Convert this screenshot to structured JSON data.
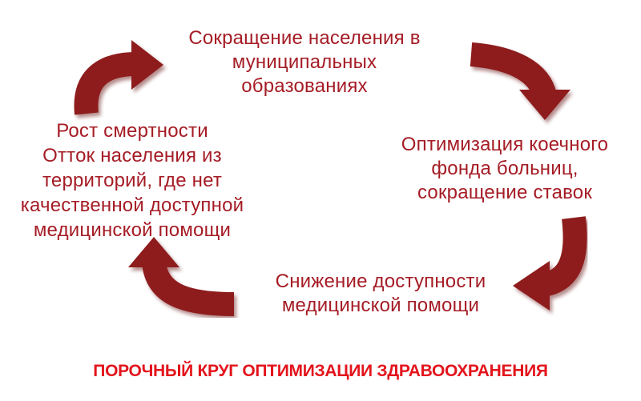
{
  "colors": {
    "arrow": "#8e1b1f",
    "arrow_shadow": "#5a0d10",
    "node_text": "#a51c25",
    "caption_text": "#e3141c"
  },
  "nodes": {
    "top": {
      "lines": [
        "Сокращение населения в",
        "муниципальных",
        "образованиях"
      ]
    },
    "right": {
      "lines": [
        "Оптимизация коечного",
        "фонда больниц,",
        "сокращение ставок"
      ]
    },
    "bottom": {
      "lines": [
        "Снижение доступности",
        "медицинской помощи"
      ]
    },
    "left": {
      "lines": [
        "Рост смертности",
        "Отток населения из",
        "территорий, где нет",
        "качественной доступной",
        "медицинской помощи"
      ]
    }
  },
  "caption": "ПОРОЧНЫЙ КРУГ ОПТИМИЗАЦИИ ЗДРАВООХРАНЕНИЯ"
}
